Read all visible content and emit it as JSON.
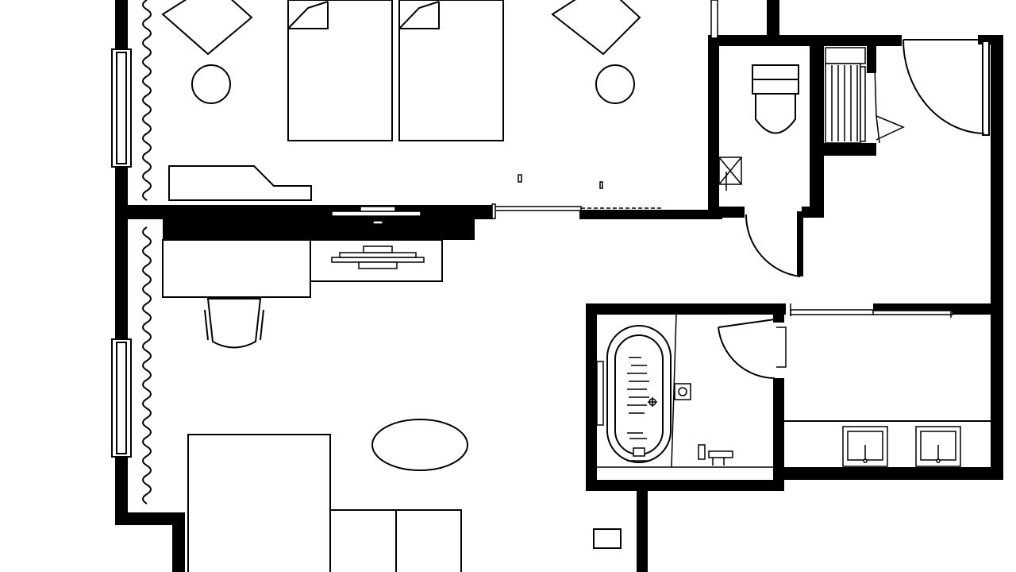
{
  "drawing": {
    "type": "floor-plan",
    "style": "black-and-white line drawing",
    "wall_color": "#000000",
    "line_color": "#000000",
    "fill_color": "#ffffff",
    "text_labels": []
  },
  "rooms": [
    {
      "id": "bedroom",
      "contents": [
        "twin-bed",
        "twin-bed",
        "nightstand-lamp",
        "nightstand-lamp",
        "armchair",
        "armchair",
        "bench",
        "curtains",
        "windows",
        "tv-console"
      ]
    },
    {
      "id": "living-area",
      "contents": [
        "desk",
        "desk-chair",
        "sofa",
        "ottoman",
        "coffee-table",
        "curtains",
        "windows"
      ]
    },
    {
      "id": "toilet-room",
      "contents": [
        "toilet",
        "hand-basin",
        "swing-door"
      ]
    },
    {
      "id": "bathroom",
      "contents": [
        "bathtub",
        "shower-mixer",
        "bath-faucet",
        "swing-door"
      ]
    },
    {
      "id": "vanity-area",
      "contents": [
        "double-sink-counter",
        "sliding-door"
      ]
    },
    {
      "id": "entry",
      "contents": [
        "entry-door",
        "closet-shelves",
        "luggage-rack"
      ]
    }
  ]
}
